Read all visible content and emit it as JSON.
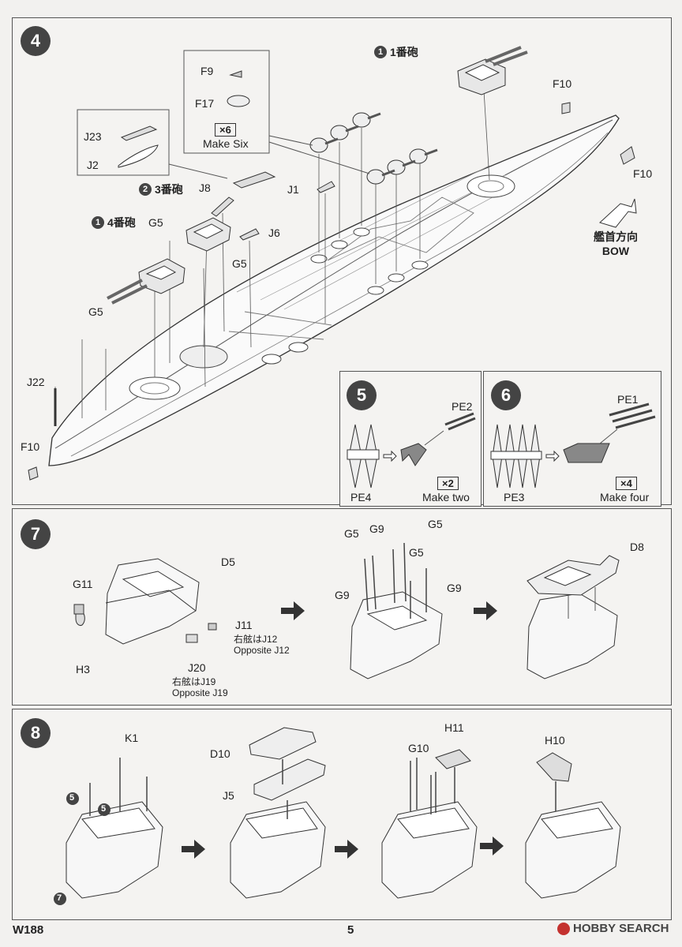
{
  "footer": {
    "code": "W188",
    "page": "5",
    "brand": "HOBBY SEARCH"
  },
  "step4": {
    "number": "4",
    "turret1": {
      "num": "1",
      "label": "1番砲"
    },
    "turret2": {
      "num": "2",
      "label": "3番砲"
    },
    "turret3": {
      "num": "1",
      "label": "4番砲"
    },
    "subassy_f": {
      "parts": [
        "F9",
        "F17"
      ],
      "mult": "×6",
      "note": "Make Six"
    },
    "subassy_j": {
      "parts": [
        "J23",
        "J2"
      ]
    },
    "parts": {
      "J8": "J8",
      "J1": "J1",
      "J6": "J6",
      "G5a": "G5",
      "G5b": "G5",
      "G5c": "G5",
      "J22": "J22",
      "F10a": "F10",
      "F10b": "F10",
      "F10c": "F10"
    },
    "bow_jp": "艦首方向",
    "bow_en": "BOW"
  },
  "step5": {
    "number": "5",
    "part_a": "PE4",
    "part_b": "PE2",
    "mult": "×2",
    "note": "Make two"
  },
  "step6": {
    "number": "6",
    "part_a": "PE3",
    "part_b": "PE1",
    "mult": "×4",
    "note": "Make four"
  },
  "step7": {
    "number": "7",
    "parts": {
      "G11": "G11",
      "H3": "H3",
      "D5": "D5",
      "J11": "J11",
      "J20": "J20",
      "D8": "D8"
    },
    "j11_note_jp": "右舷はJ12",
    "j11_note_en": "Opposite J12",
    "j20_note_jp": "右舷はJ19",
    "j20_note_en": "Opposite J19",
    "g_labels": [
      "G5",
      "G9",
      "G5",
      "G5",
      "G9",
      "G9"
    ]
  },
  "step8": {
    "number": "8",
    "parts": {
      "K1": "K1",
      "D10": "D10",
      "J5": "J5",
      "H11": "H11",
      "G10": "G10",
      "H10": "H10"
    },
    "ref_a": "5",
    "ref_b": "5",
    "ref_c": "7"
  }
}
